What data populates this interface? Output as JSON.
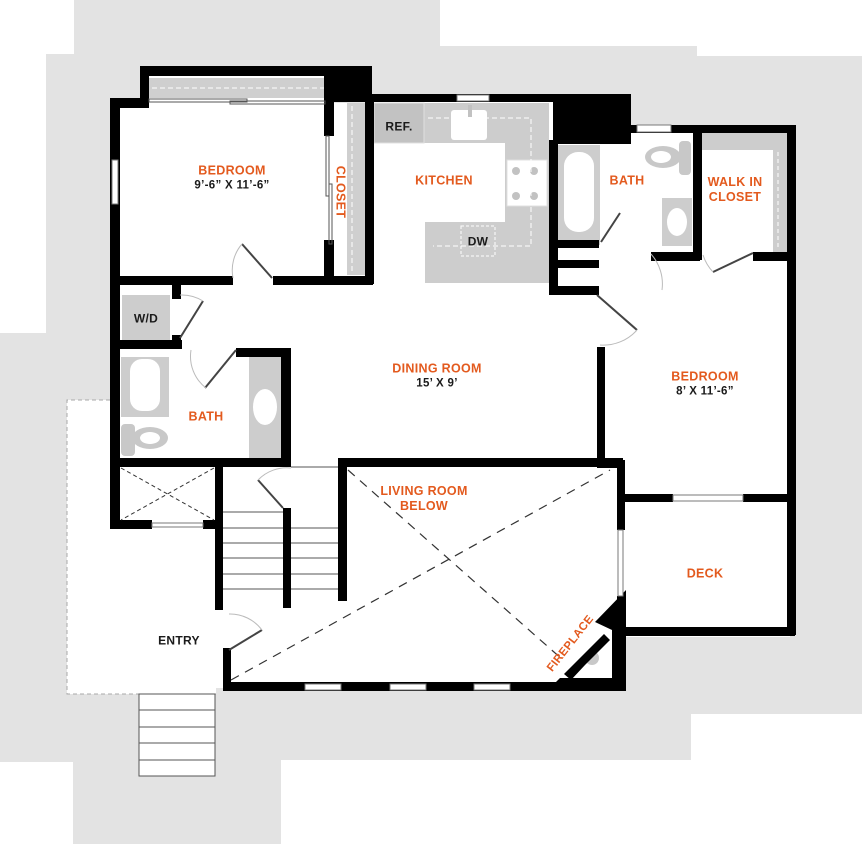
{
  "plan": {
    "colors": {
      "wall": "#000000",
      "lot": "#e3e3e3",
      "fixture": "#c8c8c8",
      "floor": "#ffffff",
      "room_label": "#e35a1e",
      "text": "#1a1a1a"
    },
    "rooms": [
      {
        "id": "bedroom-1",
        "name": "BEDROOM",
        "dimensions": "9’-6” X 11’-6”"
      },
      {
        "id": "closet",
        "name": "CLOSET"
      },
      {
        "id": "kitchen",
        "name": "KITCHEN"
      },
      {
        "id": "bath-1",
        "name": "BATH"
      },
      {
        "id": "walk-in-closet",
        "name": "WALK IN\nCLOSET",
        "line1": "WALK IN",
        "line2": "CLOSET"
      },
      {
        "id": "dining-room",
        "name": "DINING ROOM",
        "dimensions": "15’ X 9’"
      },
      {
        "id": "bedroom-2",
        "name": "BEDROOM",
        "dimensions": "8’ X 11’-6”"
      },
      {
        "id": "bath-2",
        "name": "BATH"
      },
      {
        "id": "living-room",
        "name": "LIVING ROOM\nBELOW",
        "line1": "LIVING ROOM",
        "line2": "BELOW"
      },
      {
        "id": "deck",
        "name": "DECK"
      },
      {
        "id": "entry",
        "name": "ENTRY"
      },
      {
        "id": "fireplace",
        "name": "FIREPLACE"
      }
    ],
    "fixtures": {
      "refrigerator": "REF.",
      "dishwasher": "DW",
      "washer_dryer": "W/D"
    }
  }
}
